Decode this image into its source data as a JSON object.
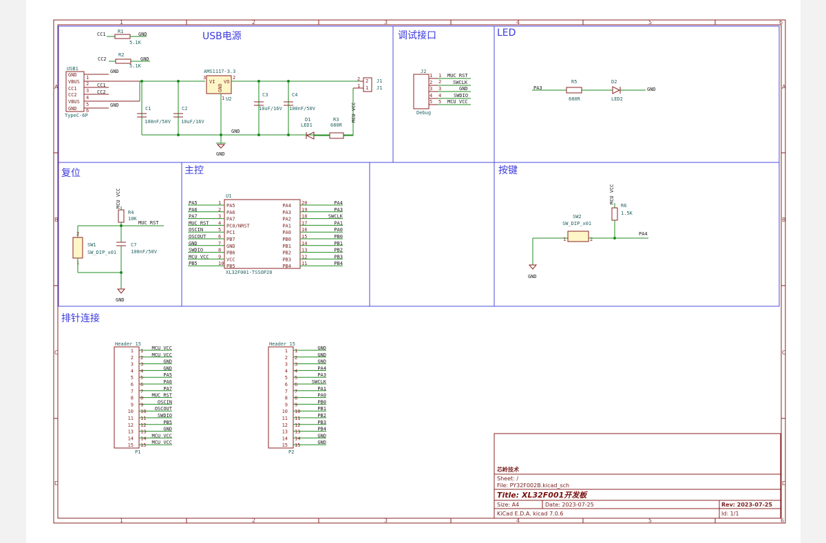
{
  "sections": {
    "usb": "USB电源",
    "debug": "调试接口",
    "led": "LED",
    "reset": "复位",
    "mcu": "主控",
    "key": "按键",
    "header": "排针连接"
  },
  "grid": {
    "cols": [
      "1",
      "2",
      "3",
      "4",
      "5",
      "6"
    ],
    "rows": [
      "A",
      "B",
      "C",
      "D"
    ]
  },
  "usb": {
    "cc1": {
      "left": "CC1",
      "ref": "R1",
      "val": "5.1K",
      "right": "GND"
    },
    "cc2": {
      "left": "CC2",
      "ref": "R2",
      "val": "5.1K",
      "right": "GND"
    },
    "conn": {
      "ref": "USB1",
      "type": "TypeC-6P",
      "pins": [
        "GND",
        "VBUS",
        "CC1",
        "CC2",
        "VBUS",
        "GND"
      ],
      "nums": [
        "1",
        "2",
        "3",
        "4",
        "5",
        "6"
      ],
      "nets": [
        "GND",
        "",
        "CC1",
        "CC2",
        "",
        "GND"
      ]
    },
    "reg": {
      "ref": "U2",
      "val": "AMS1117-3.3",
      "vi": "VI",
      "vo": "VO",
      "gnd": "GND",
      "p1": "1",
      "p2": "2",
      "p3": "3"
    },
    "c1": {
      "ref": "C1",
      "val": "100nF/50V"
    },
    "c2": {
      "ref": "C2",
      "val": "10uF/16V"
    },
    "c3": {
      "ref": "C3",
      "val": "10uF/16V"
    },
    "c4": {
      "ref": "C4",
      "val": "100nF/50V"
    },
    "d1": {
      "ref": "D1",
      "val": "LED1"
    },
    "r3": {
      "ref": "R3",
      "val": "680R"
    },
    "j1": {
      "ref": "J1",
      "ref2": "J1",
      "p1": "1",
      "p2": "2"
    },
    "mcuvcc": "MCU VCC",
    "gnd": "GND",
    "gndsym": "GND"
  },
  "debug": {
    "ref": "J2",
    "name": "Debug",
    "nums": [
      "1",
      "2",
      "3",
      "4",
      "5"
    ],
    "nets": [
      "MUC RST",
      "SWCLK",
      "GND",
      "SWDIO",
      "MCU VCC"
    ]
  },
  "led": {
    "net": "PA3",
    "rref": "R5",
    "rval": "680R",
    "dref": "D2",
    "dval": "LED2",
    "gnd": "GND"
  },
  "reset": {
    "vcc": "MCU VCC",
    "rref": "R4",
    "rval": "10K",
    "net": "MUC RST",
    "swref": "SW1",
    "swval": "SW_DIP_x01",
    "cref": "C7",
    "cval": "100nF/50V",
    "gnd": "GND",
    "p1": "1",
    "p2": "2"
  },
  "mcu": {
    "ref": "U1",
    "val": "XL32F001-TSSOP20",
    "left": [
      {
        "net": "PA5",
        "pin": "PA5",
        "n": "1"
      },
      {
        "net": "PA6",
        "pin": "PA6",
        "n": "2"
      },
      {
        "net": "PA7",
        "pin": "PA7",
        "n": "3"
      },
      {
        "net": "MUC RST",
        "pin": "PC0/NRST",
        "n": "4"
      },
      {
        "net": "OSCIN",
        "pin": "PC1",
        "n": "5"
      },
      {
        "net": "OSCOUT",
        "pin": "PB7",
        "n": "6"
      },
      {
        "net": "GND",
        "pin": "GND",
        "n": "7"
      },
      {
        "net": "SWDIO",
        "pin": "PB6",
        "n": "8"
      },
      {
        "net": "MCU VCC",
        "pin": "VCC",
        "n": "9"
      },
      {
        "net": "PB5",
        "pin": "PB5",
        "n": "10"
      }
    ],
    "right": [
      {
        "net": "PA4",
        "pin": "PA4",
        "n": "20"
      },
      {
        "net": "PA3",
        "pin": "PA3",
        "n": "19"
      },
      {
        "net": "SWCLK",
        "pin": "PA2",
        "n": "18"
      },
      {
        "net": "PA1",
        "pin": "PA1",
        "n": "17"
      },
      {
        "net": "PA0",
        "pin": "PA0",
        "n": "16"
      },
      {
        "net": "PB0",
        "pin": "PB0",
        "n": "15"
      },
      {
        "net": "PB1",
        "pin": "PB1",
        "n": "14"
      },
      {
        "net": "PB2",
        "pin": "PB2",
        "n": "13"
      },
      {
        "net": "PB3",
        "pin": "PB3",
        "n": "12"
      },
      {
        "net": "PB4",
        "pin": "PB4",
        "n": "11"
      }
    ]
  },
  "key": {
    "vcc": "MCU VCC",
    "rref": "R6",
    "rval": "1.5K",
    "swref": "SW2",
    "swval": "SW_DIP_x01",
    "net": "PA4",
    "gnd": "GND",
    "p1": "1",
    "p2": "2"
  },
  "p1": {
    "name": "Header_15",
    "ref": "P1",
    "nums": [
      "1",
      "2",
      "3",
      "4",
      "5",
      "6",
      "7",
      "8",
      "9",
      "10",
      "11",
      "12",
      "13",
      "14",
      "15"
    ],
    "nets": [
      "MCU VCC",
      "MCU VCC",
      "GND",
      "GND",
      "PA5",
      "PA6",
      "PA7",
      "MUC RST",
      "OSCIN",
      "OSCOUT",
      "SWDIO",
      "PB5",
      "GND",
      "MCU VCC",
      "MCU VCC"
    ]
  },
  "p2": {
    "name": "Header_15",
    "ref": "P2",
    "nums": [
      "1",
      "2",
      "3",
      "4",
      "5",
      "6",
      "7",
      "8",
      "9",
      "10",
      "11",
      "12",
      "13",
      "14",
      "15"
    ],
    "nets": [
      "GND",
      "GND",
      "GND",
      "PA4",
      "PA3",
      "SWCLK",
      "PA1",
      "PA0",
      "PB0",
      "PB1",
      "PB2",
      "PB3",
      "PB4",
      "GND",
      "GND"
    ]
  },
  "titleblock": {
    "company": "芯岭技术",
    "sheet": "Sheet: /",
    "file": "File: PY32F002B.kicad_sch",
    "title": "Title: XL32F001开发板",
    "size": "Size: A4",
    "date": "Date: 2023-07-25",
    "rev": "Rev: 2023-07-25",
    "tool": "KiCad E.D.A.  kicad 7.0.6",
    "id": "Id: 1/1"
  }
}
